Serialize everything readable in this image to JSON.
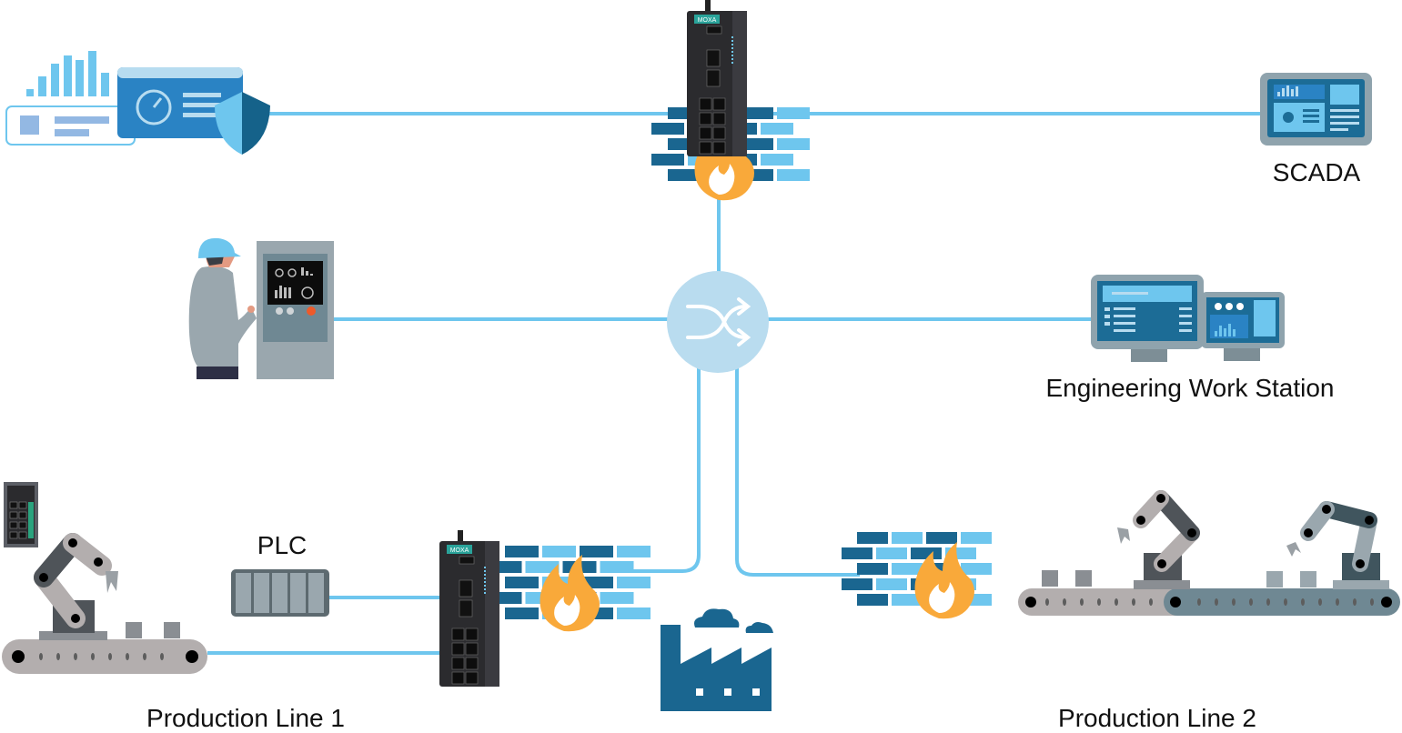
{
  "labels": {
    "scada": "SCADA",
    "ews": "Engineering Work Station",
    "plc": "PLC",
    "line1": "Production Line 1",
    "line2": "Production Line 2"
  },
  "device_logo": "MOXA",
  "colors": {
    "link": "#6ec6ee",
    "brick_light": "#6ec6ee",
    "brick_dark": "#1a6690",
    "flame": "#f9a93a",
    "switch": "#b9dcef",
    "device": "#2b2b2e",
    "factory": "#1a6690"
  },
  "icons": [
    "monitoring-security-icon",
    "firewall-icon",
    "industrial-router-icon",
    "switch-icon",
    "scada-icon",
    "operator-hmi-icon",
    "workstation-icon",
    "plc-icon",
    "robot-arm-icon",
    "conveyor-icon",
    "factory-icon"
  ]
}
